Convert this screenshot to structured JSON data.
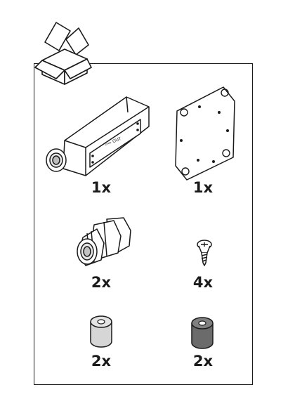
{
  "items": [
    {
      "name": "Power injector / midspan unit",
      "icon": "injector-icon",
      "quantity": "1x",
      "label_text": "⇦⇨ OUT"
    },
    {
      "name": "Mounting plate",
      "icon": "mounting-plate-icon",
      "quantity": "1x"
    },
    {
      "name": "Cable gland",
      "icon": "cable-gland-icon",
      "quantity": "2x"
    },
    {
      "name": "Screw",
      "icon": "screw-icon",
      "quantity": "4x"
    },
    {
      "name": "Light grey ferrite/spacer",
      "icon": "light-spacer-icon",
      "quantity": "2x",
      "color": "#d6d6d6"
    },
    {
      "name": "Dark grey ferrite/spacer",
      "icon": "dark-spacer-icon",
      "quantity": "2x",
      "color": "#6b6b6b"
    }
  ],
  "box_icon": "package-box-icon"
}
